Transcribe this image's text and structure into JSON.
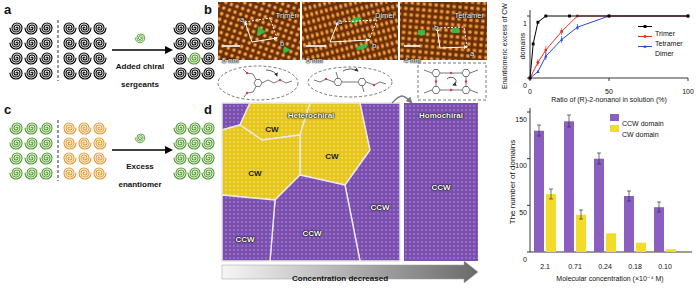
{
  "diagram": {
    "nodes": [
      {
        "text": [
          "Trimer",
          "a",
          "b",
          "5 nm"
        ]
      },
      {
        "text": [
          "Dimer",
          "a",
          "b",
          "5 nm"
        ]
      },
      {
        "text": [
          "Tetramer",
          "a",
          "b",
          "4 nm"
        ]
      },
      {
        "text": [
          "Heterochiral"
        ]
      },
      {
        "text": [
          "Homochiral"
        ]
      }
    ],
    "edges": [
      {
        "from": 3,
        "to": 4,
        "arrow": "to"
      }
    ],
    "labels": [
      "a",
      "Added chiral sergeants",
      "b",
      "c",
      "Excess enantiomer",
      "d",
      "Enantiomeric excess of CW domains",
      "1",
      "0",
      "0",
      "50",
      "100",
      "Ratio of (R)-2-nonanol in solution (%)",
      "CW",
      "CW",
      "CW",
      "CCW",
      "CCW",
      "CCW",
      "CCW",
      "Concentration decreased",
      "The number of domains",
      "150",
      "100",
      "50",
      "0",
      "2.1",
      "0.71",
      "0.24",
      "0.18",
      "0.10",
      "Molecular concentration (×10⁻⁴ M)"
    ],
    "legend": [
      {
        "text": "Trimer"
      },
      {
        "text": "Tetramer"
      },
      {
        "text": "Dimer"
      },
      {
        "text": "CCW domain",
        "color": "#8b5fbf"
      },
      {
        "text": "CW domain",
        "color": "#f1dc2a"
      }
    ]
  }
}
